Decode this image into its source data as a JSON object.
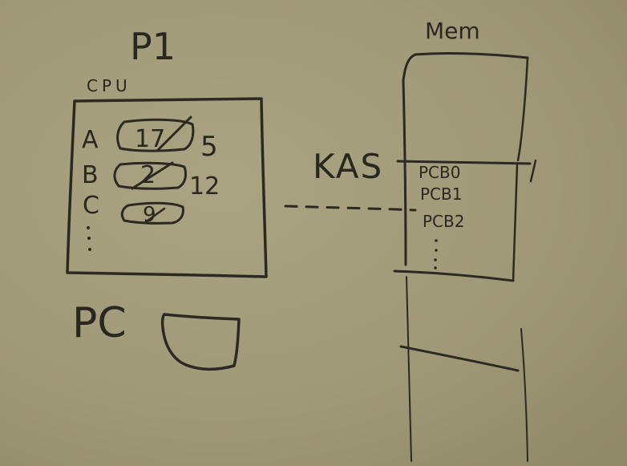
{
  "process_label": "P1",
  "cpu_label": "CPU",
  "memory_label": "Mem",
  "kernel_label": "KAS",
  "pc_label": "PC",
  "registers": [
    {
      "name": "A",
      "old_value": "17",
      "new_value": "5",
      "struck": true
    },
    {
      "name": "B",
      "old_value": "2",
      "new_value": "12",
      "struck": true
    },
    {
      "name": "C",
      "old_value": "9",
      "new_value": "",
      "struck": true
    }
  ],
  "pcbs": [
    "PCB0",
    "PCB1",
    "PCB2"
  ],
  "ink_color": "#2c2822",
  "board_color": "#a19a78"
}
